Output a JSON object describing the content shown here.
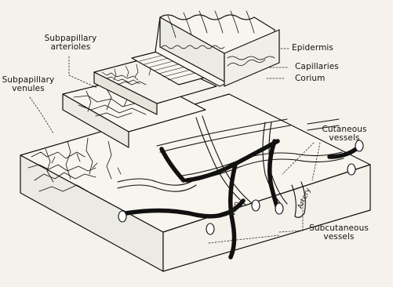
{
  "figure": {
    "labels": {
      "epidermis": "Epidermis",
      "capillaries": "Capillaries",
      "corium": "Corium",
      "subpapillary_arterioles_line1": "Subpapillary",
      "subpapillary_arterioles_line2": "arterioles",
      "subpapillary_venules_line1": "Subpapillary",
      "subpapillary_venules_line2": "venules",
      "cutaneous_vessels_line1": "Cutaneous",
      "cutaneous_vessels_line2": "vessels",
      "subcutaneous_vessels_line1": "Subcutaneous",
      "subcutaneous_vessels_line2": "vessels",
      "vein": "Vein",
      "artery": "Artery"
    },
    "colors": {
      "ink": "#111111",
      "paper": "#f4f2ea",
      "vein_fill": "#1a1a1a",
      "artery_fill": "#ffffff"
    }
  }
}
